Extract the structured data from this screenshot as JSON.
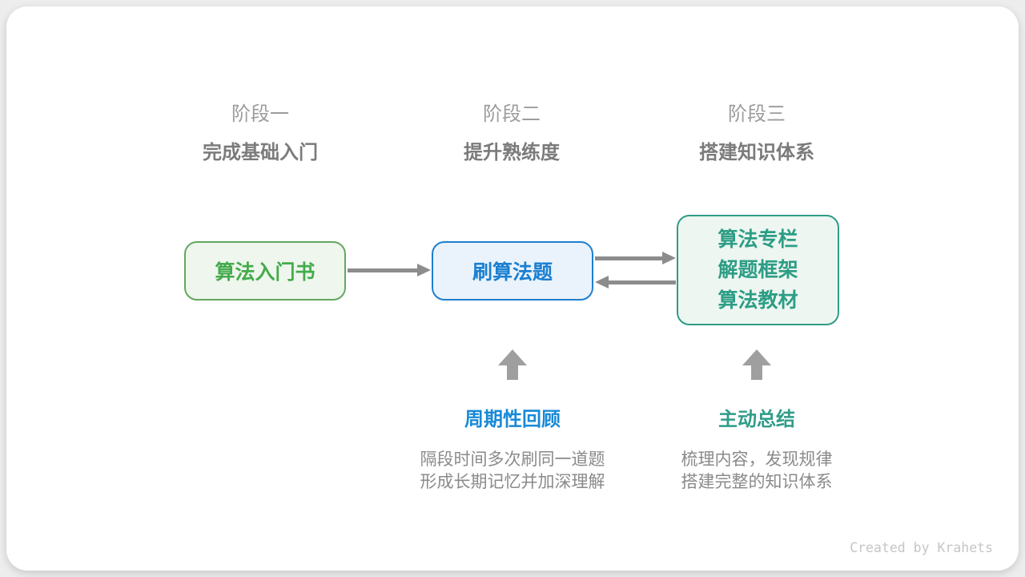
{
  "page": {
    "footer_credit": "Created by Krahets"
  },
  "stages": [
    {
      "label": "阶段一",
      "subtitle": "完成基础入门"
    },
    {
      "label": "阶段二",
      "subtitle": "提升熟练度"
    },
    {
      "label": "阶段三",
      "subtitle": "搭建知识体系"
    }
  ],
  "nodes": [
    {
      "id": "intro-book",
      "lines": [
        "算法入门书"
      ],
      "border_color": "#64a75f",
      "fill_color": "#eef6ed",
      "text_color": "#44ab4c"
    },
    {
      "id": "practice-problems",
      "lines": [
        "刷算法题"
      ],
      "border_color": "#1e7fd0",
      "fill_color": "#eaf3fb",
      "text_color": "#1a7fd1"
    },
    {
      "id": "knowledge-resources",
      "lines": [
        "算法专栏",
        "解题框架",
        "算法教材"
      ],
      "border_color": "#2f9c87",
      "fill_color": "#edf6f1",
      "text_color": "#2d9d85"
    }
  ],
  "annotations": [
    {
      "title": "周期性回顾",
      "title_color": "#1789d8",
      "lines": [
        "隔段时间多次刷同一道题",
        "形成长期记忆并加深理解"
      ]
    },
    {
      "title": "主动总结",
      "title_color": "#2f9c88",
      "lines": [
        "梳理内容，发现规律",
        "搭建完整的知识体系"
      ]
    }
  ],
  "colors": {
    "canvas_background": "#ededed",
    "card_background": "#ffffff",
    "flow_arrow": "#8c8c8c",
    "block_arrow": "#9f9f9f",
    "stage_label": "#9c9c9c",
    "stage_subtitle": "#7b7b7b",
    "description_text": "#8a8a8a",
    "credit_text": "#c6c6c6"
  }
}
